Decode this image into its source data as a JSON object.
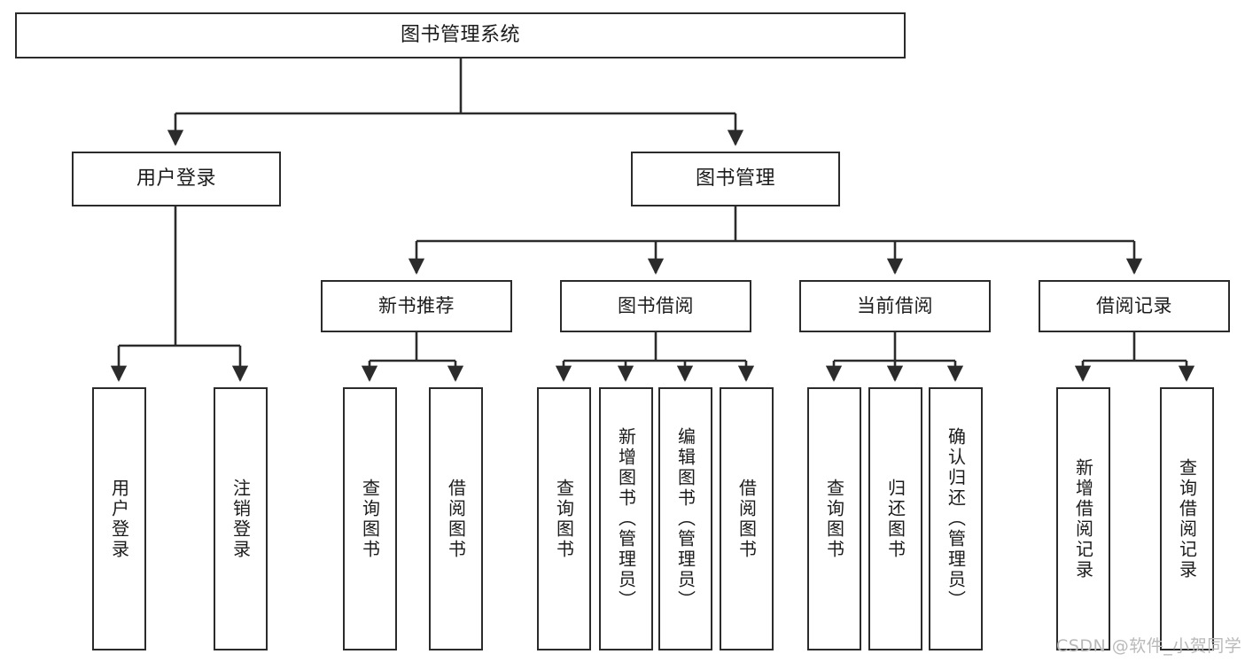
{
  "diagram": {
    "title": "图书管理系统",
    "type": "tree-hierarchy",
    "orientation": "top-down",
    "line_color": "#2b2b2b",
    "box_fill": "#ffffff",
    "text_color": "#1b1b1b",
    "nodes": {
      "root": {
        "label": "图书管理系统"
      },
      "level1": [
        {
          "label": "用户登录"
        },
        {
          "label": "图书管理"
        }
      ],
      "level2": [
        {
          "label": "新书推荐"
        },
        {
          "label": "图书借阅"
        },
        {
          "label": "当前借阅"
        },
        {
          "label": "借阅记录"
        }
      ],
      "leaves": {
        "user_login": [
          {
            "label": "用户登录"
          },
          {
            "label": "注销登录"
          }
        ],
        "new_book_recommend": [
          {
            "label": "查询图书"
          },
          {
            "label": "借阅图书"
          }
        ],
        "book_borrow": [
          {
            "label": "查询图书"
          },
          {
            "label": "新增图书（管理员）"
          },
          {
            "label": "编辑图书（管理员）"
          },
          {
            "label": "借阅图书"
          }
        ],
        "current_borrow": [
          {
            "label": "查询图书"
          },
          {
            "label": "归还图书"
          },
          {
            "label": "确认归还（管理员）"
          }
        ],
        "borrow_records": [
          {
            "label": "新增借阅记录"
          },
          {
            "label": "查询借阅记录"
          }
        ]
      }
    }
  },
  "watermark": {
    "text": "CSDN @软件_小贺同学"
  }
}
